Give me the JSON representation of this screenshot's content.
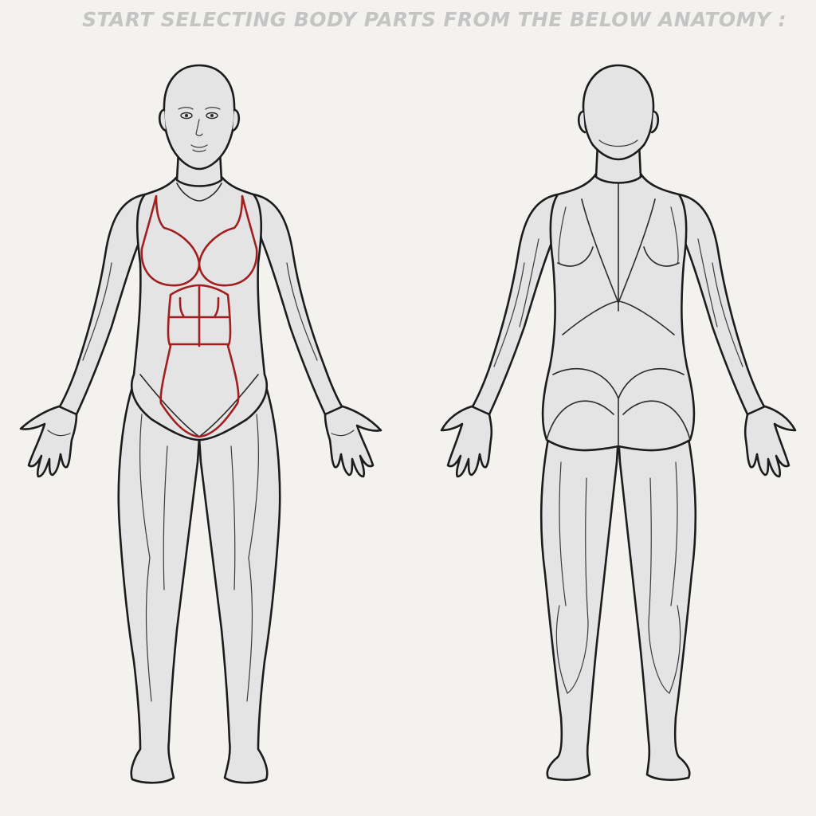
{
  "instruction": {
    "text": "START SELECTING BODY PARTS FROM THE BELOW ANATOMY :",
    "color": "#c4c4c4"
  },
  "colors": {
    "background": "#f3f2ef",
    "body_fill": "#e4e4e4",
    "outline": "#1c1c1c",
    "selected_highlight": "#a11f1f"
  },
  "views": [
    {
      "id": "front",
      "selected_regions": [
        "chest",
        "abdomen"
      ]
    },
    {
      "id": "back",
      "selected_regions": []
    }
  ]
}
